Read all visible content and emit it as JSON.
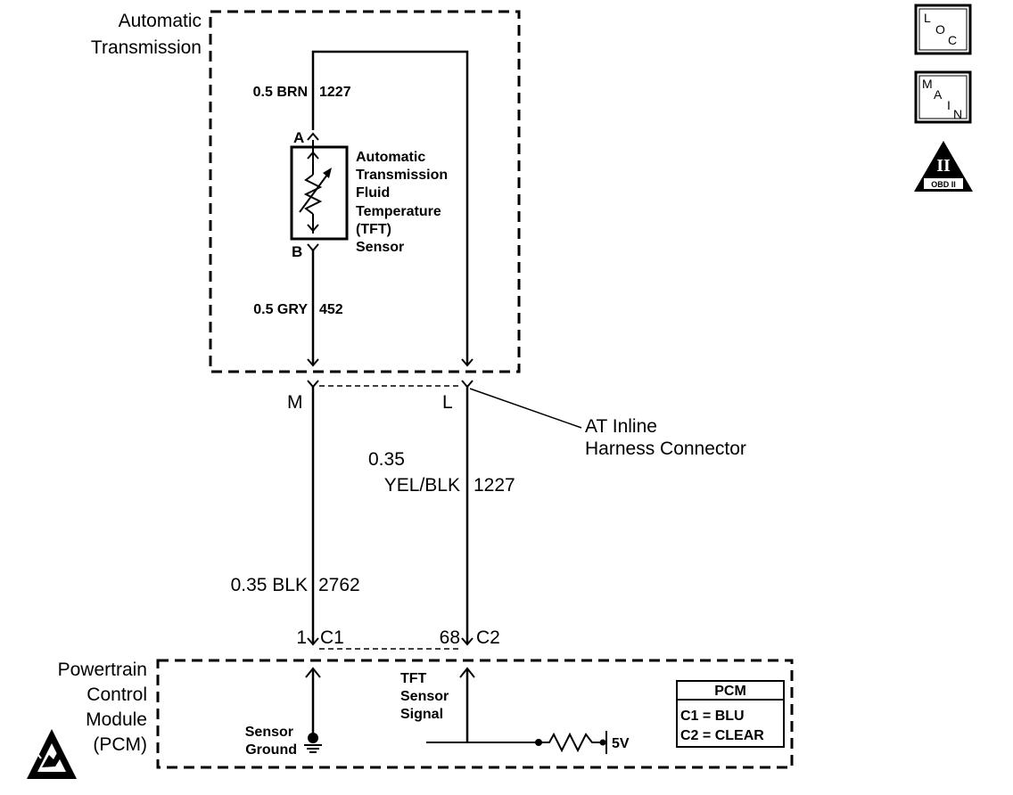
{
  "transmission": {
    "title_line1": "Automatic",
    "title_line2": "Transmission",
    "wire_top_gauge": "0.5 BRN",
    "wire_top_circuit": "1227",
    "pin_a": "A",
    "pin_b": "B",
    "sensor_line1": "Automatic",
    "sensor_line2": "Transmission",
    "sensor_line3": "Fluid",
    "sensor_line4": "Temperature",
    "sensor_line5": "(TFT)",
    "sensor_line6": "Sensor",
    "wire_bottom_gauge": "0.5 GRY",
    "wire_bottom_circuit": "452"
  },
  "connector": {
    "pin_m": "M",
    "pin_l": "L",
    "label_line1": "AT Inline",
    "label_line2": "Harness Connector"
  },
  "harness": {
    "right_wire_gauge_line1": "0.35",
    "right_wire_gauge_line2": "YEL/BLK",
    "right_wire_circuit": "1227",
    "left_wire_gauge": "0.35 BLK",
    "left_wire_circuit": "2762",
    "pin_1": "1",
    "pin_c1": "C1",
    "pin_68": "68",
    "pin_c2": "C2"
  },
  "pcm": {
    "title_line1": "Powertrain",
    "title_line2": "Control",
    "title_line3": "Module",
    "title_line4": "(PCM)",
    "ground_line1": "Sensor",
    "ground_line2": "Ground",
    "signal_line1": "TFT",
    "signal_line2": "Sensor",
    "signal_line3": "Signal",
    "voltage": "5V",
    "legend_title": "PCM",
    "legend_c1": "C1 = BLU",
    "legend_c2": "C2 = CLEAR"
  },
  "icons": {
    "loc_l": "L",
    "loc_o": "O",
    "loc_c": "C",
    "main_m": "M",
    "main_a": "A",
    "main_i": "I",
    "main_n": "N",
    "obd_numeral": "II",
    "obd_label": "OBD II"
  }
}
